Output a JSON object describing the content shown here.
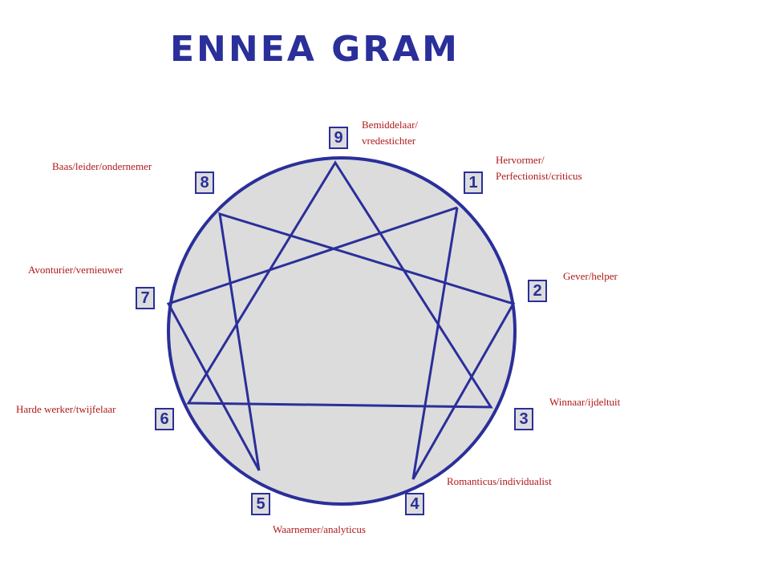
{
  "title": "ENNEA GRAM",
  "colors": {
    "line": "#2a2f9a",
    "fill": "#dcdcdc",
    "label": "#b01818"
  },
  "points": [
    {
      "number": "9",
      "label_lines": [
        "Bemiddelaar/",
        "vredestichter"
      ]
    },
    {
      "number": "1",
      "label_lines": [
        "Hervormer/",
        "Perfectionist/criticus"
      ]
    },
    {
      "number": "2",
      "label_lines": [
        "Gever/helper"
      ]
    },
    {
      "number": "3",
      "label_lines": [
        "Winnaar/ijdeltuit"
      ]
    },
    {
      "number": "4",
      "label_lines": [
        "Romanticus/individualist"
      ]
    },
    {
      "number": "5",
      "label_lines": [
        "Waarnemer/analyticus"
      ]
    },
    {
      "number": "6",
      "label_lines": [
        "Harde werker/twijfelaar"
      ]
    },
    {
      "number": "7",
      "label_lines": [
        "Avonturier/vernieuwer"
      ]
    },
    {
      "number": "8",
      "label_lines": [
        "Baas/leider/ondernemer"
      ]
    }
  ]
}
